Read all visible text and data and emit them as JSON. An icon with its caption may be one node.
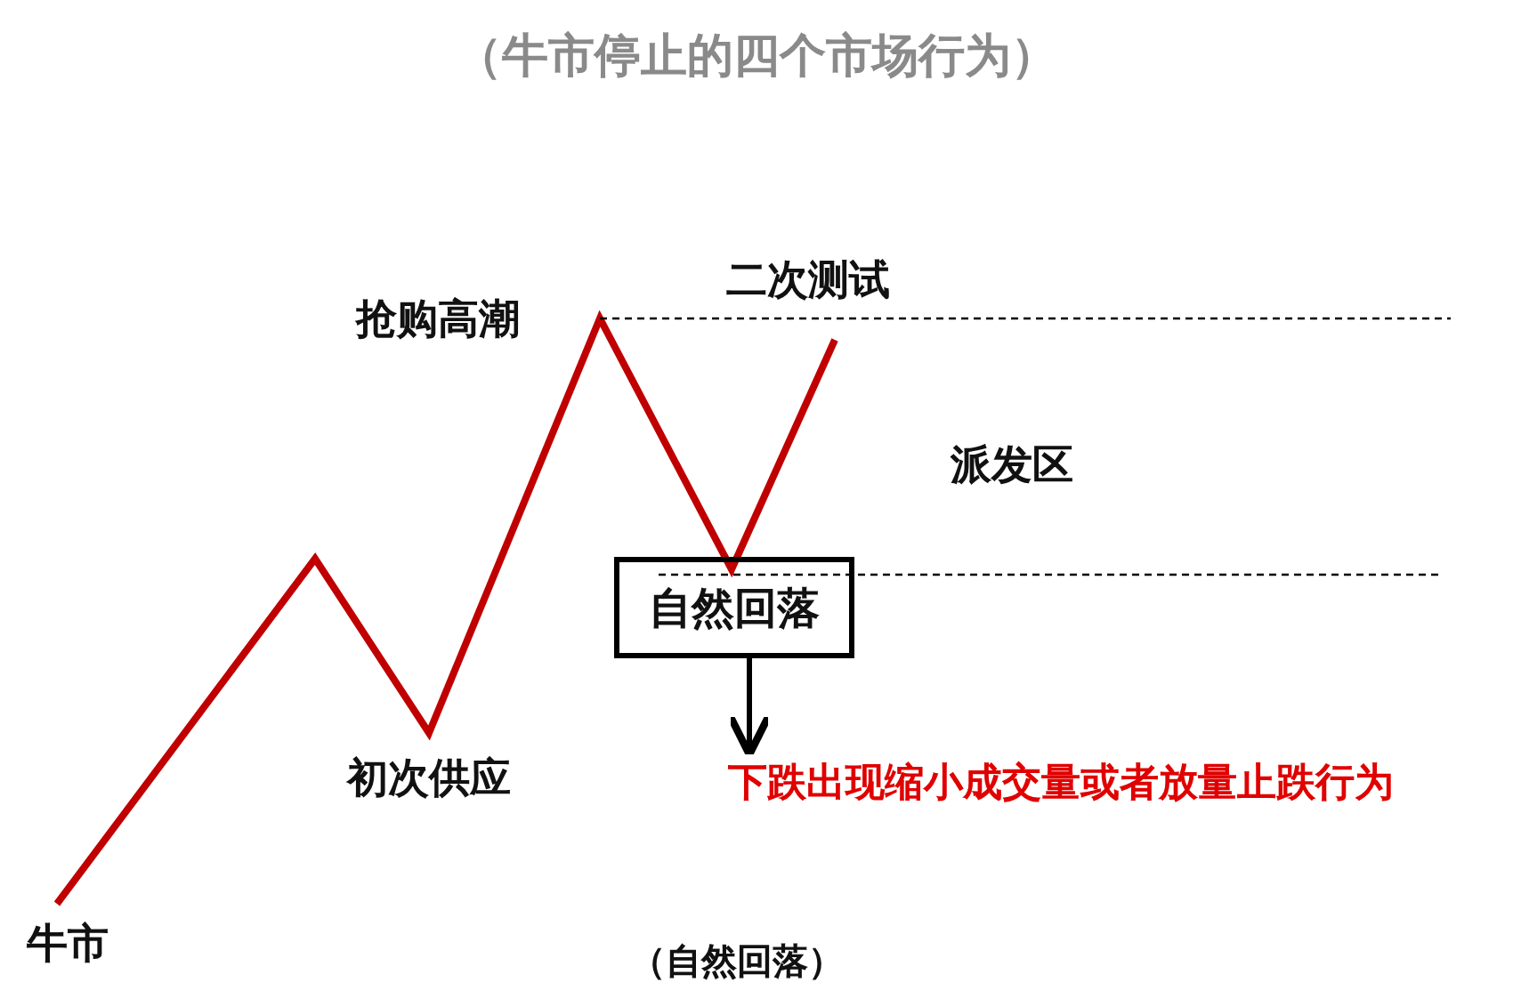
{
  "diagram": {
    "title": "（牛市停止的四个市场行为）",
    "nodes": [
      {
        "text": [
          "自然回落"
        ]
      },
      {
        "text": [
          "下跌出现缩小成交量或者放量止跌行为"
        ]
      }
    ],
    "edges": [
      {
        "from": 0,
        "to": 1,
        "arrow": "to"
      }
    ],
    "labels": [
      "二次测试",
      "抢购高潮",
      "派发区",
      "初次供应",
      "牛市",
      "（自然回落）"
    ]
  }
}
